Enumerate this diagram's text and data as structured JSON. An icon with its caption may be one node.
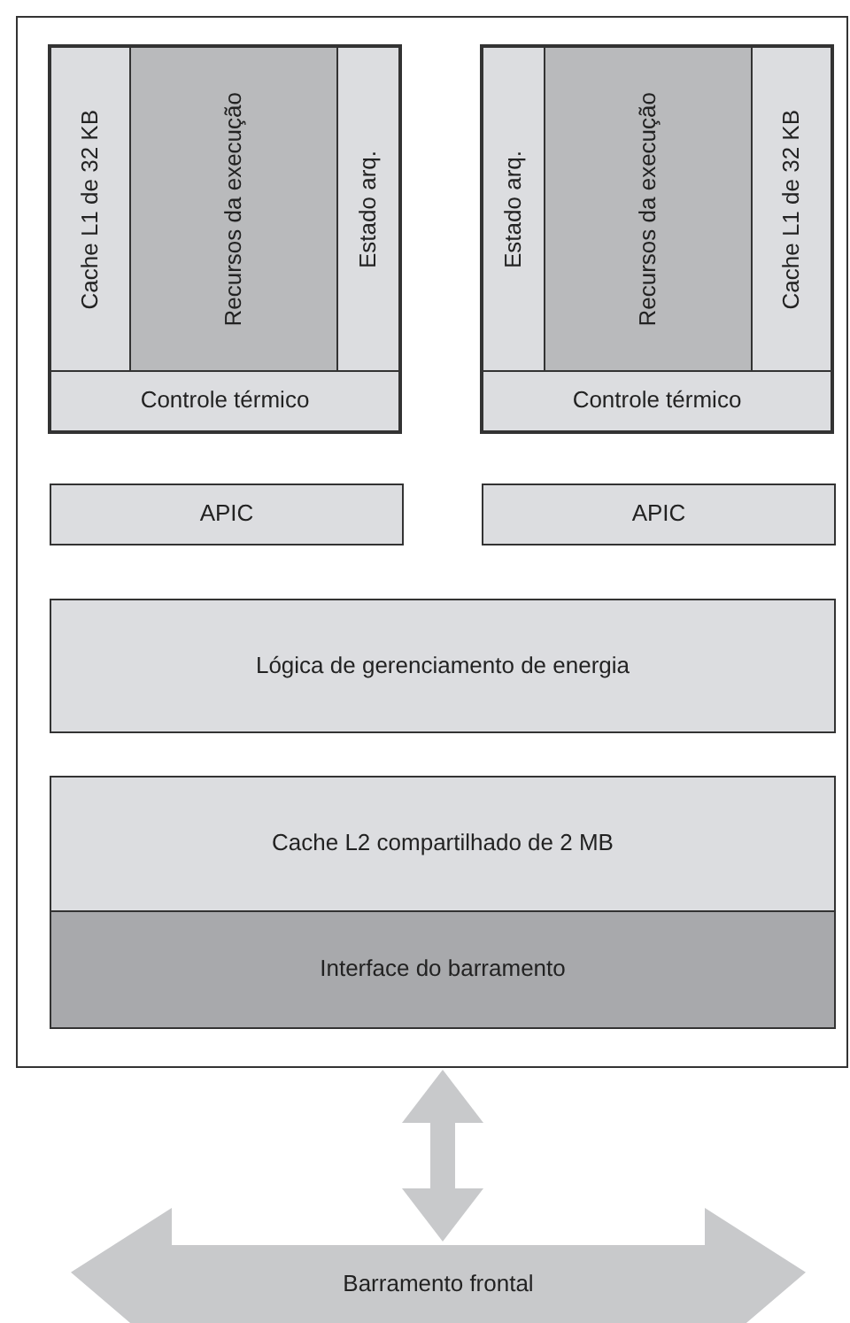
{
  "diagram": {
    "nodes": [
      {
        "text": [],
        "shape": "box"
      },
      {
        "text": [],
        "shape": "box",
        "in": 0
      },
      {
        "text": [
          "Cache L1 de 32 KB"
        ],
        "in": 1
      },
      {
        "text": [
          "Recursos da execução"
        ],
        "in": 1
      },
      {
        "text": [
          "Estado arq."
        ],
        "in": 1
      },
      {
        "text": [
          "Controle térmico"
        ],
        "in": 1
      },
      {
        "text": [],
        "shape": "box",
        "in": 0
      },
      {
        "text": [
          "Estado arq."
        ],
        "in": 6
      },
      {
        "text": [
          "Recursos da execução"
        ],
        "in": 6
      },
      {
        "text": [
          "Cache L1 de 32 KB"
        ],
        "in": 6
      },
      {
        "text": [
          "Controle térmico"
        ],
        "in": 6
      },
      {
        "text": [
          "APIC"
        ],
        "in": 0
      },
      {
        "text": [
          "APIC"
        ],
        "in": 0
      },
      {
        "text": [
          "Lógica de gerenciamento de energia"
        ],
        "in": 0
      },
      {
        "text": [
          "Cache L2 compartilhado de 2 MB"
        ],
        "in": 0
      },
      {
        "text": [
          "Interface do barramento"
        ],
        "in": 0
      },
      {
        "text": [
          "Barramento frontal"
        ]
      }
    ],
    "edges": [
      {
        "from": 0,
        "to": 16,
        "arrow": "both"
      }
    ]
  }
}
